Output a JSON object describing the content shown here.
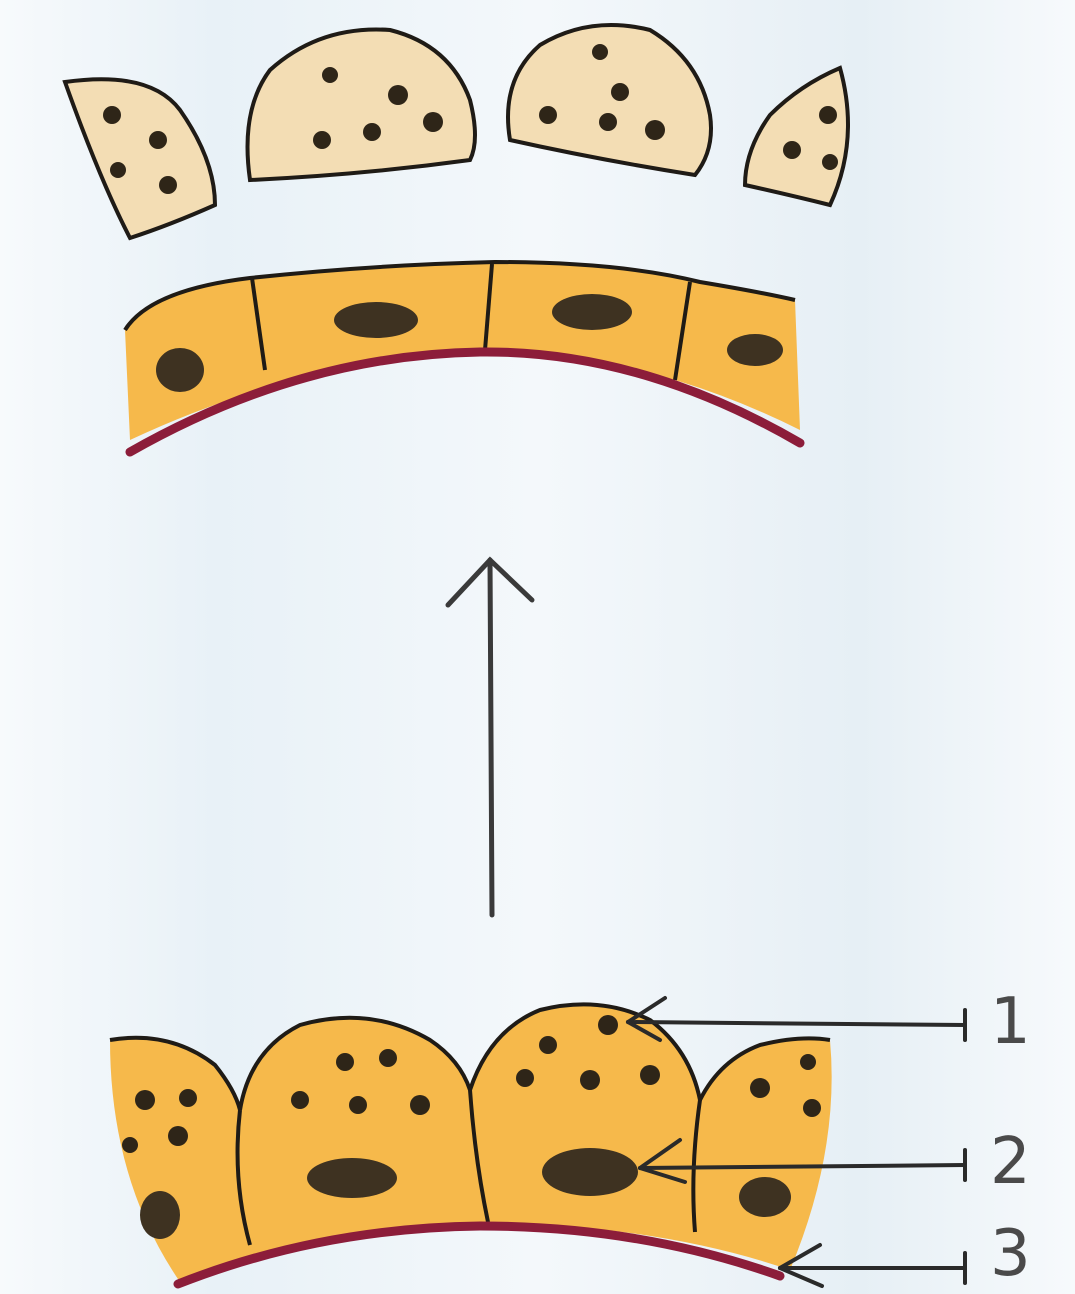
{
  "labels": {
    "one": "1",
    "two": "2",
    "three": "3"
  },
  "colors": {
    "background": "#f4f8fb",
    "cell_fill": "#f6b94b",
    "shed_cell_fill": "#f3ddb4",
    "outline": "#1f1b16",
    "nucleus": "#3e3221",
    "granule": "#2e2518",
    "basement_membrane": "#8c1d3a"
  }
}
